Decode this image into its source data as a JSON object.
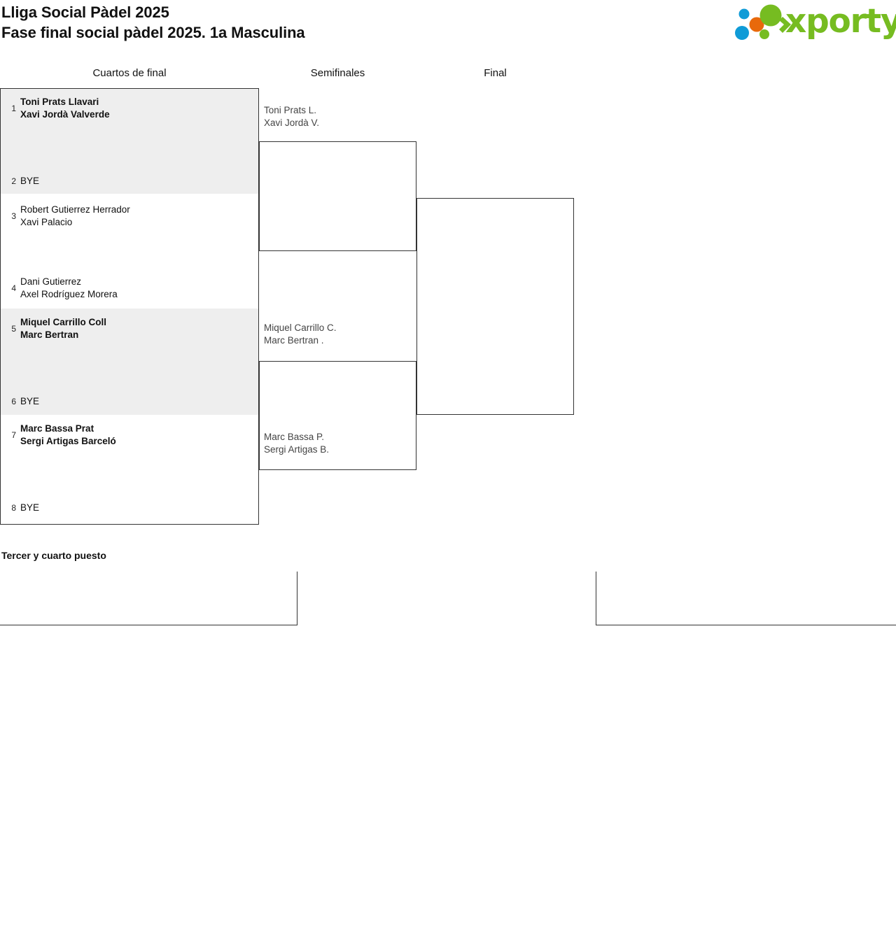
{
  "header": {
    "title_line1": "Lliga Social Pàdel 2025",
    "title_line2": "Fase final social pàdel 2025. 1a Masculina",
    "logo_text": "xporty",
    "logo_colors": {
      "green": "#76bc21",
      "blue": "#0f9bd7",
      "orange": "#e8690b"
    }
  },
  "rounds": [
    {
      "label": "Cuartos de final"
    },
    {
      "label": "Semifinales"
    },
    {
      "label": "Final"
    }
  ],
  "quarterfinals": [
    {
      "highlight": true,
      "bold": true,
      "slots": [
        {
          "seed": "1",
          "line1": "Toni Prats Llavari",
          "line2": "Xavi Jordà Valverde"
        },
        {
          "seed": "2",
          "line1": "BYE",
          "line2": ""
        }
      ]
    },
    {
      "highlight": false,
      "bold": false,
      "slots": [
        {
          "seed": "3",
          "line1": "Robert Gutierrez Herrador",
          "line2": "Xavi Palacio"
        },
        {
          "seed": "4",
          "line1": "Dani Gutierrez",
          "line2": "Axel Rodríguez Morera"
        }
      ]
    },
    {
      "highlight": true,
      "bold": true,
      "slots": [
        {
          "seed": "5",
          "line1": "Miquel Carrillo Coll",
          "line2": "Marc Bertran"
        },
        {
          "seed": "6",
          "line1": "BYE",
          "line2": ""
        }
      ]
    },
    {
      "highlight": false,
      "bold": true,
      "slots": [
        {
          "seed": "7",
          "line1": "Marc Bassa Prat",
          "line2": "Sergi Artigas Barceló"
        },
        {
          "seed": "8",
          "line1": "BYE",
          "line2": ""
        }
      ]
    }
  ],
  "semifinals": [
    {
      "line1": "Toni Prats L.",
      "line2": "Xavi Jordà V."
    },
    {
      "line1": "",
      "line2": ""
    },
    {
      "line1": "Miquel Carrillo C.",
      "line2": "Marc Bertran ."
    },
    {
      "line1": "Marc Bassa P.",
      "line2": "Sergi Artigas B."
    }
  ],
  "final": [
    {
      "line1": "",
      "line2": ""
    },
    {
      "line1": "",
      "line2": ""
    }
  ],
  "third_place": {
    "title": "Tercer y cuarto puesto",
    "left_entry": "",
    "right_entry": ""
  }
}
